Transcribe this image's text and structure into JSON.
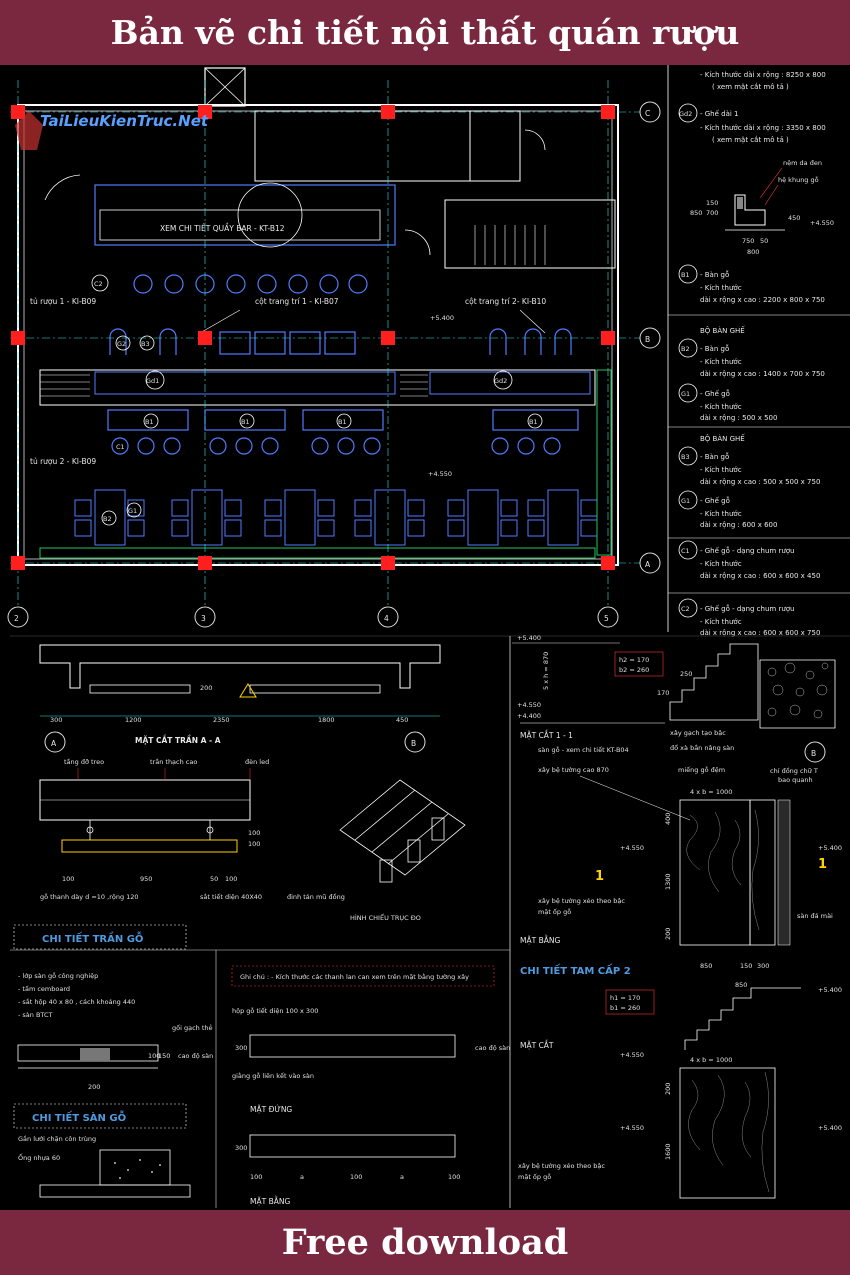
{
  "header": {
    "title": "Bản vẽ chi tiết nội thất quán rượu"
  },
  "footer": {
    "text": "Free download"
  },
  "watermark": {
    "brand": "TaiLieuKienTruc.Net"
  },
  "colors": {
    "banner": "#7a2840",
    "cad_bg": "#000000",
    "wall": "#ffffff",
    "furniture": "#4f7cff",
    "column": "#ff1f1f",
    "heading": "#4f9be0",
    "leader": "#ff3333",
    "dim": "#2ee6e6"
  },
  "plan": {
    "bar_note": "XEM CHI TIẾT QUẦY BAR - KT-B12",
    "labels": {
      "tu_ruou_1": "tủ rượu 1 - KI-B09",
      "cot_trang_tri_1": "cột trang trí 1 - KI-B07",
      "cot_trang_tri_2": "cột trang trí 2-  KI-B10",
      "tu_ruou_2": "tủ rượu 2 - KI-B09"
    },
    "levels": {
      "l1": "+5.400",
      "l2": "+4.550"
    },
    "grid_rows": [
      "C",
      "B",
      "A"
    ],
    "grid_cols": [
      "2",
      "3",
      "4",
      "5"
    ],
    "tags": {
      "c2": "C2",
      "g2": "G2",
      "b3": "B3",
      "gd1": "Gd1",
      "gd2": "Gd2",
      "b1": "B1",
      "c1": "C1",
      "b2": "B2",
      "g1": "G1"
    }
  },
  "legend": {
    "gd1_a": "- Kích thước dài x rộng : 8250 x 800",
    "gd1_b": "( xem mặt cắt mô tả )",
    "gd2_tag": "Gd2",
    "gd2_name": "- Ghế dài 1",
    "gd2_a": "- Kích thước dài x rộng : 3350 x 800",
    "gd2_b": "( xem mặt cắt mô tả )",
    "det_nem": "nệm da đen",
    "det_he": "hệ khung gỗ",
    "det_dims": [
      "850",
      "700",
      "150",
      "450",
      "750",
      "50",
      "800"
    ],
    "det_lvl": "+4.550",
    "b1_tag": "B1",
    "b1_name": "- Bàn gỗ",
    "b1_kt": "- Kích thước",
    "b1_dim": "dài x rộng x cao : 2200 x 800 x 750",
    "set1": "BỘ BÀN GHẾ",
    "b2_tag": "B2",
    "b2_name": "- Bàn gỗ",
    "b2_kt": "- Kích thước",
    "b2_dim": "dài x rộng x cao : 1400 x 700 x 750",
    "g1_tag": "G1",
    "g1_name": "- Ghế gỗ",
    "g1_kt": "- Kích thước",
    "g1_dim": "dài x rộng        : 500 x 500",
    "set2": "BỘ BÀN GHẾ",
    "b3_tag": "B3",
    "b3_name": "- Bàn gỗ",
    "b3_kt": "- Kích thước",
    "b3_dim": "dài x rộng x cao : 500 x 500 x 750",
    "g1b_tag": "G1",
    "g1b_name": "- Ghế gỗ",
    "g1b_kt": "- Kích thước",
    "g1b_dim": "dài x rộng        : 600 x 600",
    "c1_tag": "C1",
    "c1_name": "- Ghế gỗ - dạng chum rượu",
    "c1_kt": "- Kích thước",
    "c1_dim": "dài x rộng x cao  : 600 x 600 x 450",
    "c2_tag": "C2",
    "c2_name": "- Ghế gỗ - dạng chum rượu",
    "c2_kt": "- Kích thước",
    "c2_dim": "dài x rộng x cao  : 600 x 600 x 750"
  },
  "ceiling": {
    "section_title": "MẶT CẮT TRẦN A - A",
    "dims": [
      "300",
      "1200",
      "2350",
      "1800",
      "450",
      "200"
    ],
    "grid_a": "A",
    "grid_b": "B",
    "labels": {
      "tang_do_treo": "tầng đỡ treo",
      "tran": "trần thạch cao",
      "den": "đèn led",
      "go_thanh": "gỗ thanh dày d =10 ,rộng 120",
      "sat": "sắt tiết diện 40X40",
      "dinh": "đinh tán mũ đồng"
    },
    "detail_dims": [
      "100",
      "950",
      "50",
      "100",
      "100",
      "100"
    ],
    "iso_caption": "HÌNH CHIẾU TRỤC ĐO",
    "heading": "CHI TIẾT TRẦN GỖ"
  },
  "floor": {
    "layers": [
      "- lớp sàn gỗ công nghiệp",
      "- tấm cemboard",
      "- sắt hộp 40 x 80 , cách khoảng 440",
      "- sàn BTCT"
    ],
    "goi_gach": "gối gạch thẻ",
    "cao_do": "cao độ sàn",
    "dims": [
      "200",
      "100",
      "150"
    ],
    "heading": "CHI TIẾT SÀN GỖ",
    "gan_luoi": "Gắn lưới chặn côn trùng",
    "ong_nhua": "Ống nhựa 60"
  },
  "note": {
    "text": "Ghi chú : - Kích thước các thanh lan can xem trên mặt bằng tường xây",
    "hop_go": "hộp gỗ tiết diện 100 x 300",
    "giang_go": "giằng gỗ liên kết vào sàn",
    "cao_do": "cao độ sàn",
    "mat_dung": "MẶT ĐỨNG",
    "mat_bang": "MẶT BẰNG",
    "dims": [
      "300",
      "300",
      "100",
      "a",
      "100",
      "a",
      "100"
    ]
  },
  "stair1": {
    "lvl_top": "+5.400",
    "lvl_mid": "+4.550",
    "lvl_low": "+4.400",
    "h_dim": "5 x h = 870",
    "h2": "h2 = 170",
    "b2": "b2 = 260",
    "d250": "250",
    "d170": "170",
    "mat_cat": "MẶT CẮT 1 - 1",
    "san_go": "sàn gỗ - xem chi tiết KT-B04",
    "xay_gach": "xây gạch tạo bậc",
    "do_xa": "đổ xà bần nâng sàn",
    "xay_be": "xây bệ tường cao 870",
    "mieng_go": "miếng gỗ đệm",
    "chi_dong": "chỉ đồng chữ T",
    "bao_quanh": "bao quanh",
    "grid_b": "B",
    "dim_4xb": "4 x b = 1000",
    "lvl_left": "+4.550",
    "lvl_right": "+5.400",
    "d400": "400",
    "d1300": "1300",
    "d200": "200",
    "xay_be_xeo": "xây bệ tường xéo theo bậc",
    "mat_op": "mặt ốp gỗ",
    "san_da": "sàn đá mài",
    "mat_bang": "MẶT BẰNG",
    "dims_bot": [
      "850",
      "150",
      "300"
    ],
    "mark1": "1",
    "mark2": "1"
  },
  "stair2": {
    "heading": "CHI TIẾT TAM CẤP 2",
    "dim_top": "850",
    "h1": "h1 = 170",
    "b1": "b1 = 260",
    "lvl_top": "+5.400",
    "mat_cat": "MẶT CẮT",
    "lvl_mid": "+4.550",
    "dim_4xb": "4 x b = 1000",
    "lvl_left": "+4.550",
    "lvl_right": "+5.400",
    "d200": "200",
    "d1600": "1600",
    "xay_be_xeo": "xây bệ tường xéo theo bậc",
    "mat_op": "mặt ốp gỗ"
  }
}
